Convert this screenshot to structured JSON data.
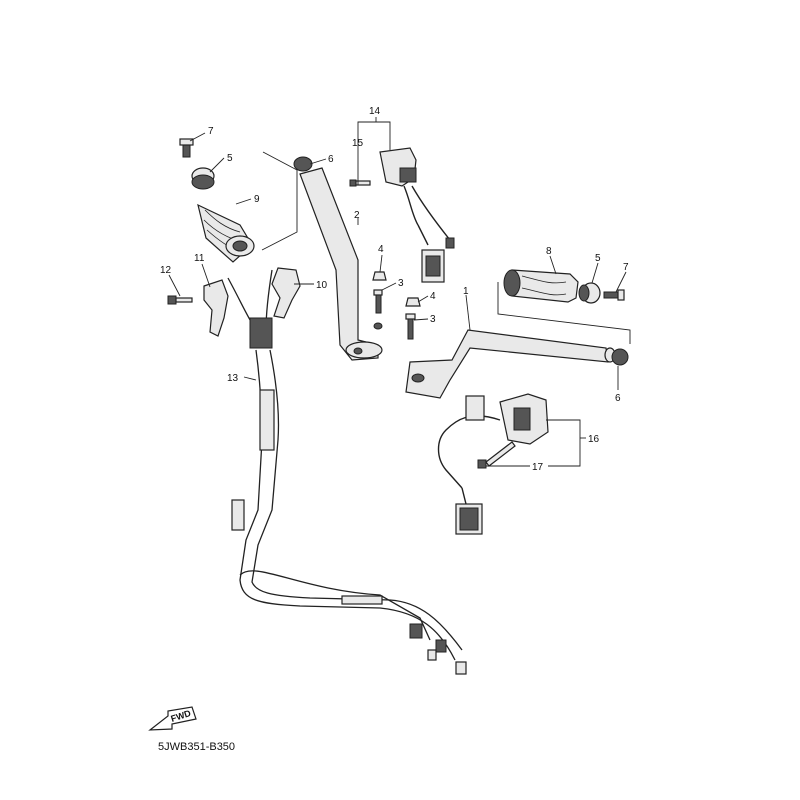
{
  "diagram": {
    "code": "5JWB351-B350",
    "fwd_label": "FWD",
    "callouts": {
      "c1": "1",
      "c2": "2",
      "c3a": "3",
      "c3b": "3",
      "c4a": "4",
      "c4b": "4",
      "c5a": "5",
      "c5b": "5",
      "c6a": "6",
      "c6b": "6",
      "c7a": "7",
      "c7b": "7",
      "c8": "8",
      "c9": "9",
      "c10": "10",
      "c11": "11",
      "c12": "12",
      "c13": "13",
      "c14": "14",
      "c15": "15",
      "c16": "16",
      "c17": "17"
    }
  }
}
